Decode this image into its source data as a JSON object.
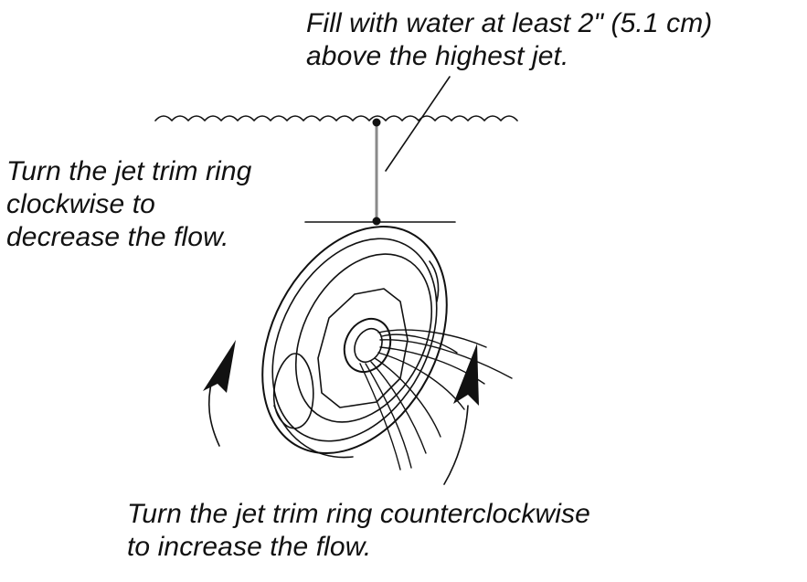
{
  "labels": {
    "fill_instruction": {
      "line1": "Fill with water at least 2\" (5.1 cm)",
      "line2": "above the highest jet."
    },
    "decrease_instruction": {
      "line1": "Turn the jet trim ring",
      "line2": "clockwise to",
      "line3": "decrease the flow."
    },
    "increase_instruction": {
      "line1": "Turn the jet trim ring counterclockwise",
      "line2": "to increase the flow."
    }
  },
  "colors": {
    "ink": "#111111",
    "measure_line": "#8a8a8a",
    "background": "#ffffff"
  }
}
